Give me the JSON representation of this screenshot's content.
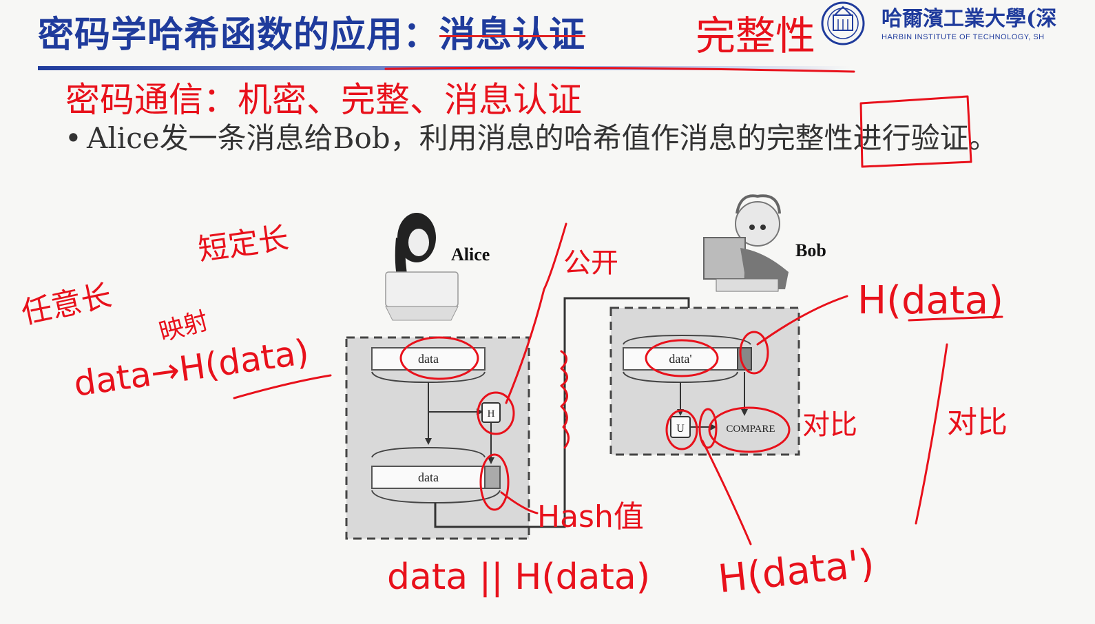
{
  "slide": {
    "title_prefix": "密码学哈希函数的应用：",
    "title_struck": "消息认证",
    "bullet_symbol": "•",
    "bullet_text": "Alice发一条消息给Bob，利用消息的哈希值作消息的完整性进行验证。"
  },
  "logo": {
    "cn": "哈爾濱工業大學(深",
    "en": "HARBIN INSTITUTE OF TECHNOLOGY, SH"
  },
  "figure": {
    "alice_label": "Alice",
    "bob_label": "Bob",
    "data_label": "data",
    "data_prime_label": "data'",
    "h_label": "H",
    "u_label": "U",
    "compare_label": "COMPARE"
  },
  "annotations": {
    "title_note": "完整性",
    "line2": "密码通信：机密、完整、消息认证",
    "short_fixed": "短定长",
    "arbitrary": "任意长",
    "mapping": "映射",
    "public": "公开",
    "data_map": "data→H(data)",
    "h_data_right": "H(data)",
    "compare_note": "对比",
    "compare_note2": "对比",
    "hash_value": "Hash值",
    "concat": "data || H(data)",
    "h_data_prime": "H(data')"
  },
  "colors": {
    "title": "#1f3b9c",
    "ink": "#e8111b",
    "diagram_bg": "#d9d9d9"
  }
}
